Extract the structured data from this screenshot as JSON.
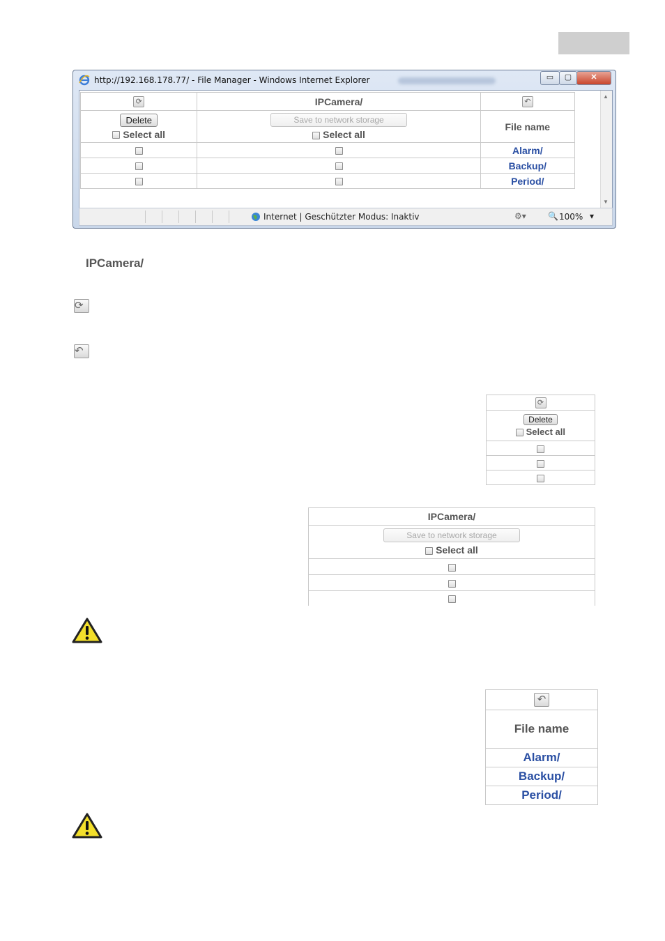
{
  "browser": {
    "title": "http://192.168.178.77/ - File Manager - Windows Internet Explorer",
    "status_text": "Internet | Geschützter Modus: Inaktiv",
    "zoom": "100%"
  },
  "file_manager": {
    "folder_title": "IPCamera/",
    "delete_label": "Delete",
    "save_label": "Save to network storage",
    "select_all_label": "Select all",
    "file_name_header": "File name",
    "files": [
      "Alarm/",
      "Backup/",
      "Period/"
    ]
  },
  "doc": {
    "heading": "IPCamera/"
  }
}
